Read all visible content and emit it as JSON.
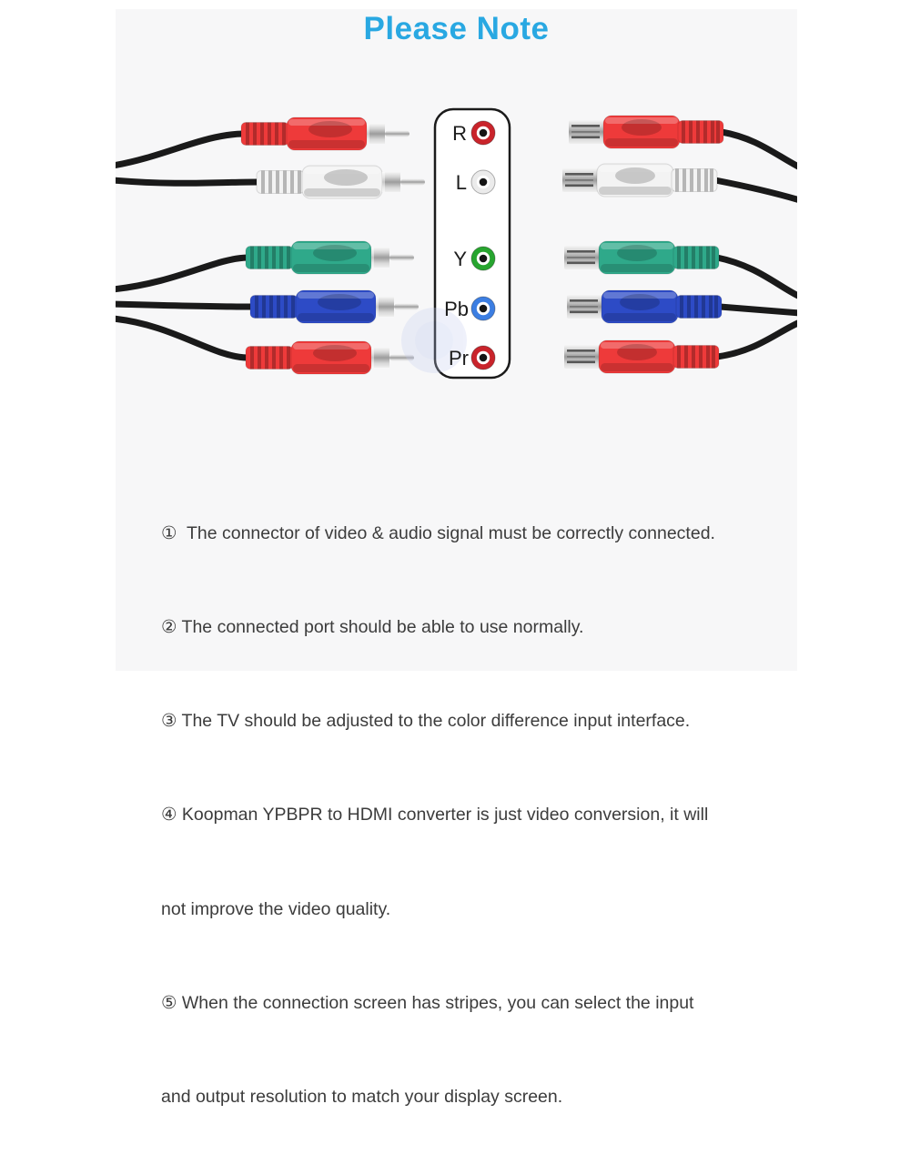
{
  "title": {
    "text": "Please Note",
    "color": "#29a8e2"
  },
  "colors": {
    "cable": "#1a1a1a",
    "canvas_bg": "#f7f7f8",
    "plugs": [
      "#ee3a3a",
      "#f3f3f3",
      "#2fa98a",
      "#2d4bc6",
      "#ee3a3a"
    ]
  },
  "panel": {
    "ports": [
      {
        "label": "R",
        "ring": "#c9242b"
      },
      {
        "label": "L",
        "ring": "#ebebeb"
      },
      {
        "label": "Y",
        "ring": "#27a52f"
      },
      {
        "label": "Pb",
        "ring": "#3c7ee2"
      },
      {
        "label": "Pr",
        "ring": "#c9242b"
      }
    ]
  },
  "notes": [
    "①  The connector of video & audio signal must be correctly connected.",
    "② The connected port should be able to use normally.",
    "③ The TV should be adjusted to the color difference input interface.",
    "④ Koopman YPBPR to HDMI converter is just video conversion, it will",
    "not improve the video quality.",
    "⑤ When the connection screen has stripes, you can select the input",
    "and output resolution to match your display screen."
  ]
}
